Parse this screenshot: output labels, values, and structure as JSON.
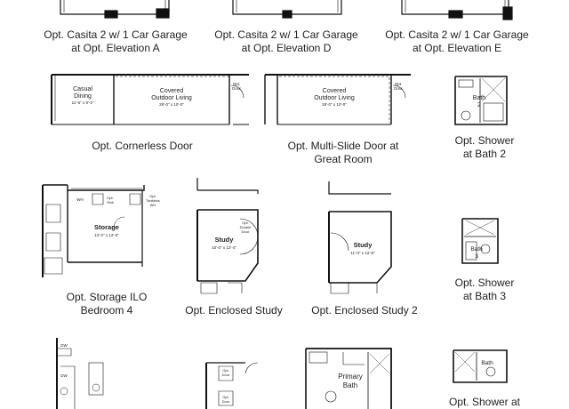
{
  "captions": {
    "casita_a": [
      "Opt. Casita 2 w/ 1 Car Garage",
      "at Opt. Elevation A"
    ],
    "casita_d": [
      "Opt. Casita 2 w/ 1 Car Garage",
      "at Opt. Elevation D"
    ],
    "casita_e": [
      "Opt. Casita 2 w/ 1 Car Garage",
      "at Opt. Elevation E"
    ],
    "cornerless": [
      "Opt. Cornerless Door"
    ],
    "multislide": [
      "Opt. Multi-Slide Door at",
      "Great Room"
    ],
    "shower_bath2": [
      "Opt. Shower",
      "at Bath 2"
    ],
    "storage": [
      "Opt. Storage ILO",
      "Bedroom 4"
    ],
    "study": [
      "Opt. Enclosed Study"
    ],
    "study2": [
      "Opt. Enclosed Study 2"
    ],
    "shower_bath3": [
      "Opt. Shower",
      "at Bath 3"
    ],
    "shower_partial": [
      "Opt. Shower at"
    ]
  },
  "plan_labels": {
    "casual_dining": [
      "Casual",
      "Dining",
      "11'-6\" x 9'-2\""
    ],
    "covered_outdoor_1": [
      "Covered",
      "Outdoor Living",
      "28'-0\" x 10'-0\""
    ],
    "opt_door": [
      "Opt.",
      "Door"
    ],
    "covered_outdoor_2": [
      "Covered",
      "Outdoor Living",
      "28'-0\" x 10'-0\""
    ],
    "bath2": [
      "Bath",
      "2"
    ],
    "storage": [
      "Storage",
      "13'-0\" x 12'-0\""
    ],
    "wh": "WH",
    "opt_sink": [
      "Opt.",
      "Sink"
    ],
    "opt_tankless": [
      "Opt.",
      "Tankless",
      "WH"
    ],
    "study": [
      "Study",
      "10'-0\" x 12'-4\""
    ],
    "opt_double_door": [
      "Opt.",
      "Double",
      "Door"
    ],
    "study2": [
      "Study",
      "11'-0\" x 12'-6\""
    ],
    "bath3": [
      "Bath",
      "3"
    ],
    "primary_bath": [
      "Primary",
      "Bath"
    ],
    "bath": "Bath",
    "dw": "DW",
    "opt_door_small": [
      "Opt.",
      "Door"
    ]
  }
}
